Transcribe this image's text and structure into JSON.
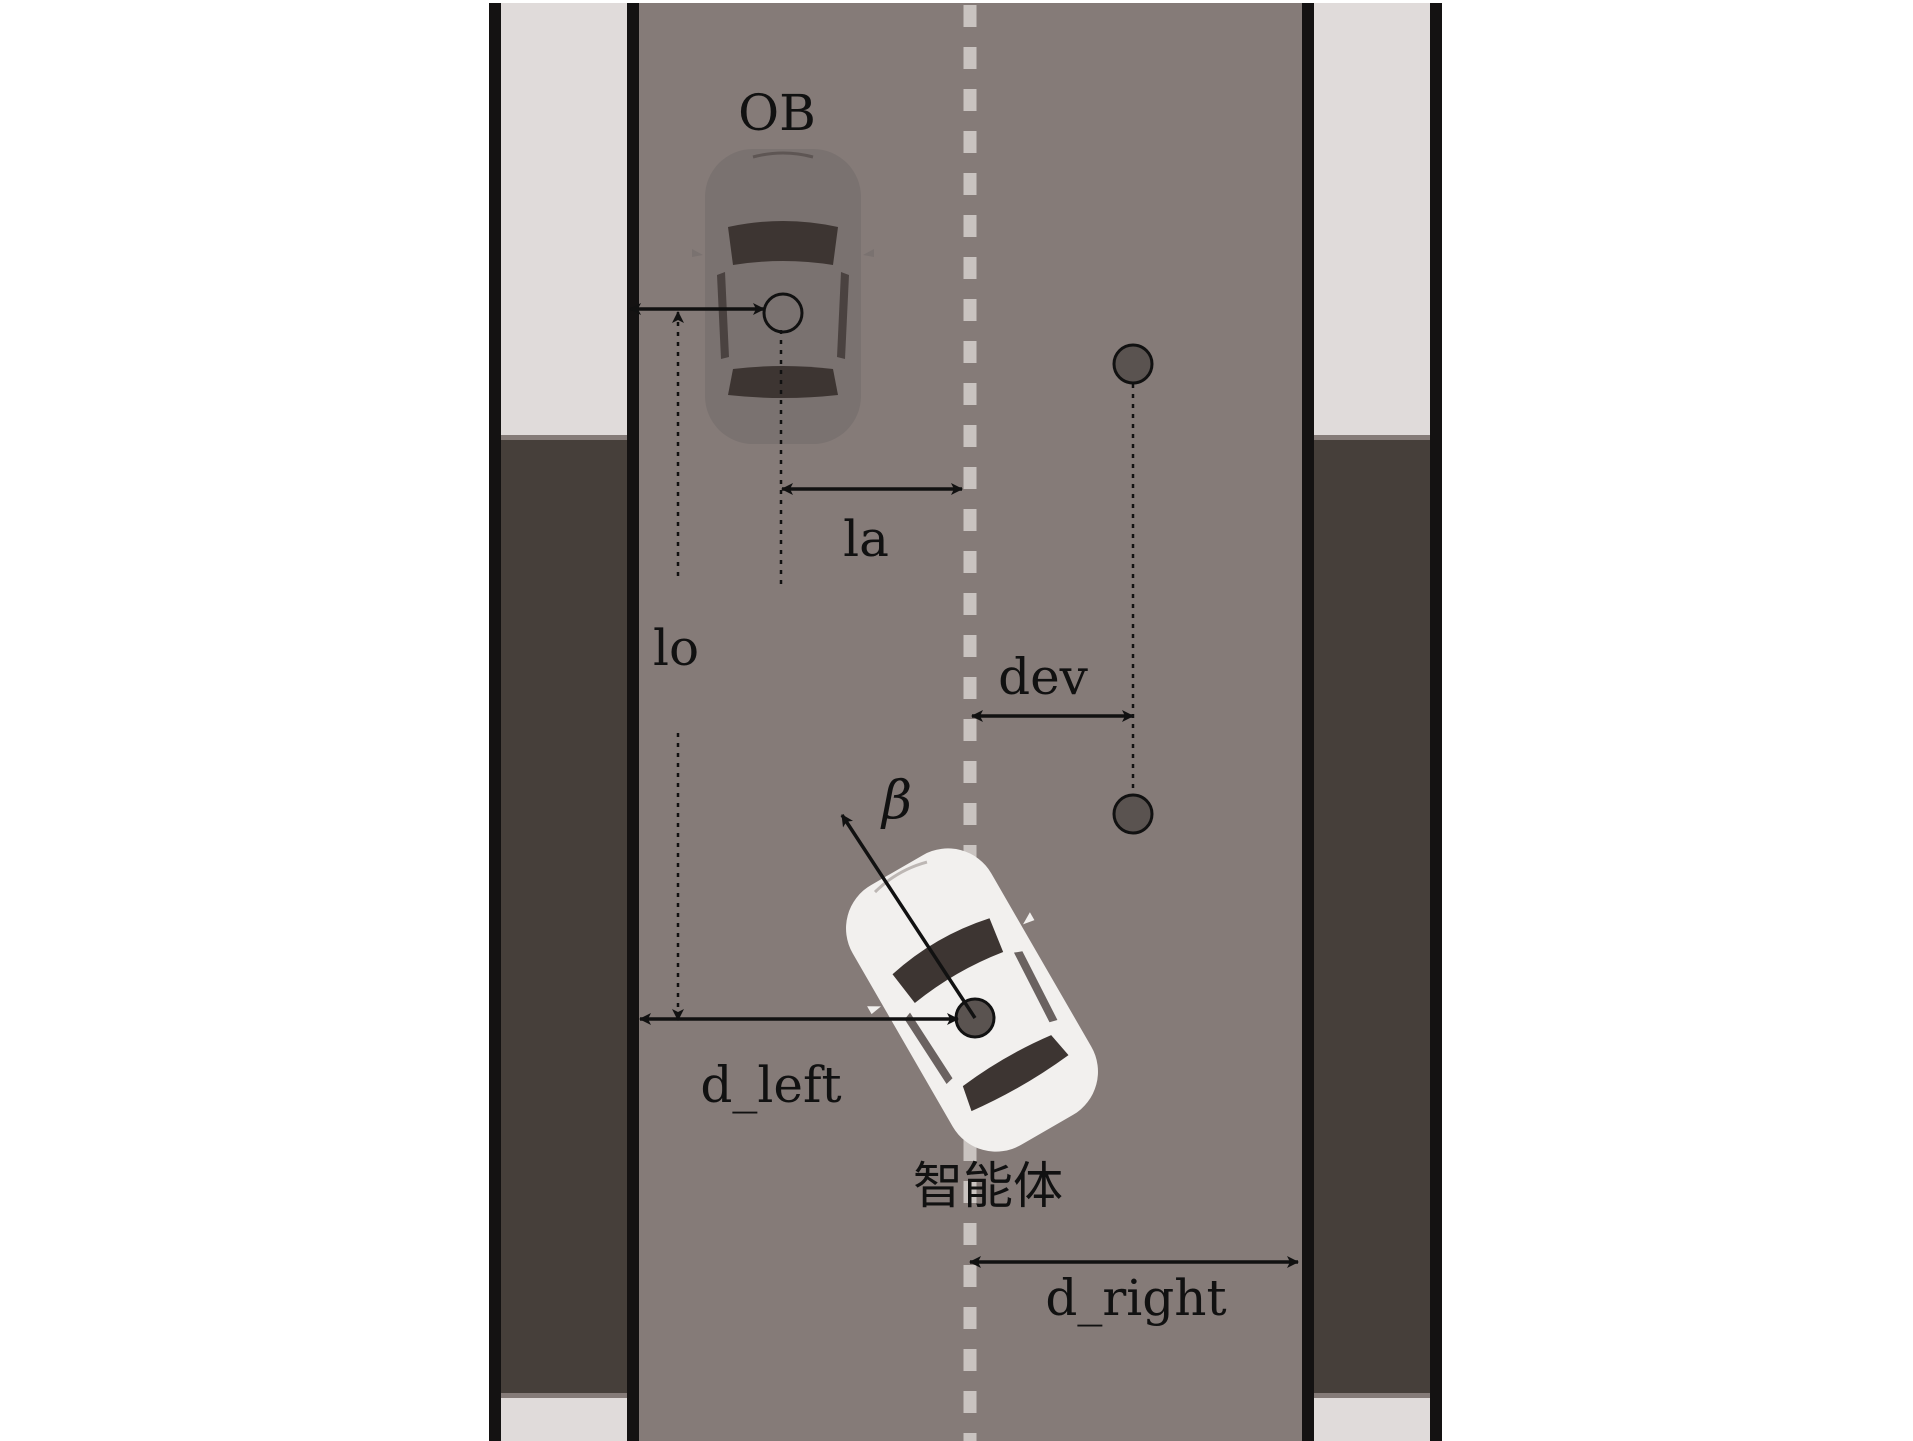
{
  "labels": {
    "obstacle": "OB",
    "lateral_obstacle_offset": "la",
    "longitudinal_obstacle_distance": "lo",
    "deviation": "dev",
    "heading_angle": "β",
    "distance_left": "d_left",
    "agent": "智能体",
    "distance_right": "d_right"
  },
  "colors": {
    "road": "#857b78",
    "border_light": "#e0dbda",
    "border_dark": "#463f3a",
    "edge_line": "#141212",
    "center_dash": "#c9c3c0",
    "obstacle_car": "#7a7270",
    "agent_car": "#f2f0ee",
    "window": "#3d3532",
    "marker": "#5a5350",
    "annotation": "#111111"
  },
  "icons": {
    "obstacle_vehicle": "car-topview-icon",
    "agent_vehicle": "car-topview-icon"
  }
}
